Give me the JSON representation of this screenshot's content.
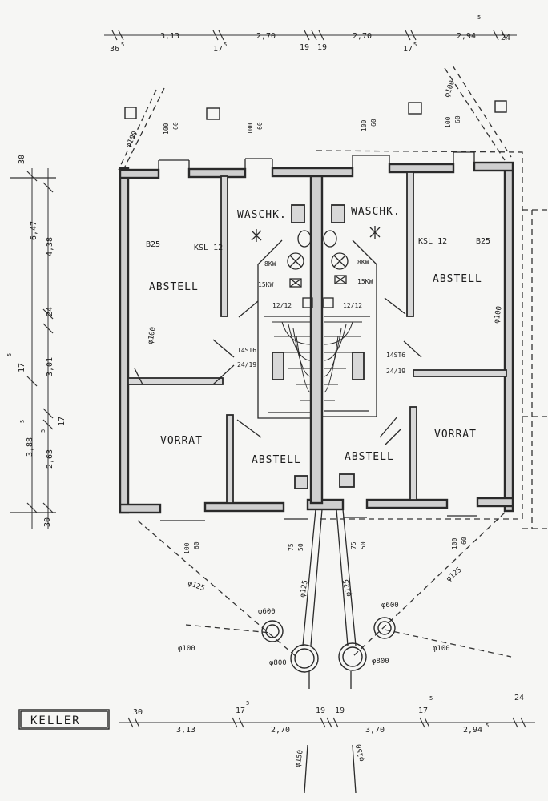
{
  "title": "KELLER",
  "top_dims": {
    "d1": "36",
    "d1s": "5",
    "d2": "3,13",
    "d3": "17",
    "d3s": "5",
    "d4": "2,70",
    "d5": "19",
    "d6": "19",
    "d7": "2,70",
    "d8": "17",
    "d8s": "5",
    "d9": "2,94",
    "d9s": "5",
    "d10": "24"
  },
  "bottom_dims": {
    "d1": "30",
    "d2": "3,13",
    "d3": "17",
    "d3s": "5",
    "d4": "2,70",
    "d5": "19",
    "d6": "19",
    "d7": "3,70",
    "d8": "17",
    "d8s": "5",
    "d9": "2,94",
    "d9s": "5",
    "d10": "24"
  },
  "left_dims": {
    "top": "30",
    "overall": "6,47",
    "upper": "4,38",
    "upper_b": "24",
    "mid": "17",
    "mid_s": "5",
    "middle": "3,01",
    "lower": "3,88",
    "lower_s": "5",
    "lower_b": "2,63",
    "lower_b_s": "5",
    "lower_c": "17",
    "bottom": "30"
  },
  "rooms": {
    "left_abstell": "ABSTELL",
    "left_waschk": "WASCHK.",
    "left_vorrat": "VORRAT",
    "left_abstell2": "ABSTELL",
    "right_abstell": "ABSTELL",
    "right_waschk": "WASCHK.",
    "right_vorrat": "VORRAT",
    "right_abstell2": "ABSTELL"
  },
  "labels": {
    "b25_left": "B25",
    "ksl_left": "KSL 12",
    "b25_right": "B25",
    "ksl_right": "KSL 12",
    "kw8_left": "8KW",
    "kw15_left": "15KW",
    "kw8_right": "8KW",
    "kw15_right": "15KW",
    "stair_left_top": "12/12",
    "stair_right_top": "12/12",
    "stair_left": "14ST6",
    "stair_left2": "24/19",
    "stair_right": "14ST6",
    "stair_right2": "24/19",
    "win_top_1": "100",
    "win_top_1b": "60",
    "win_top_2": "100",
    "win_top_2b": "60",
    "win_top_3": "100",
    "win_top_3b": "60",
    "win_top_4": "100",
    "win_top_4b": "60",
    "win_bot_1": "100",
    "win_bot_1b": "60",
    "win_bot_2": "75",
    "win_bot_2b": "50",
    "win_bot_3": "75",
    "win_bot_3b": "50",
    "win_bot_4": "100",
    "win_bot_4b": "60",
    "phi100_left": "φ100",
    "phi100_right": "φ100",
    "phi100_side": "φ100",
    "phi100_top_left": "φ100",
    "phi100_top_right": "φ100"
  },
  "drainage": {
    "p125_left": "φ125",
    "p125_ml": "φ125",
    "p125_mr": "φ125",
    "p125_right": "φ125",
    "s600_left": "φ600",
    "s600_right": "φ600",
    "s800_left": "φ800",
    "s800_right": "φ800",
    "p100_left": "φ100",
    "p100_right": "φ100",
    "p150_left": "φ150",
    "p150_right": "φ150"
  }
}
